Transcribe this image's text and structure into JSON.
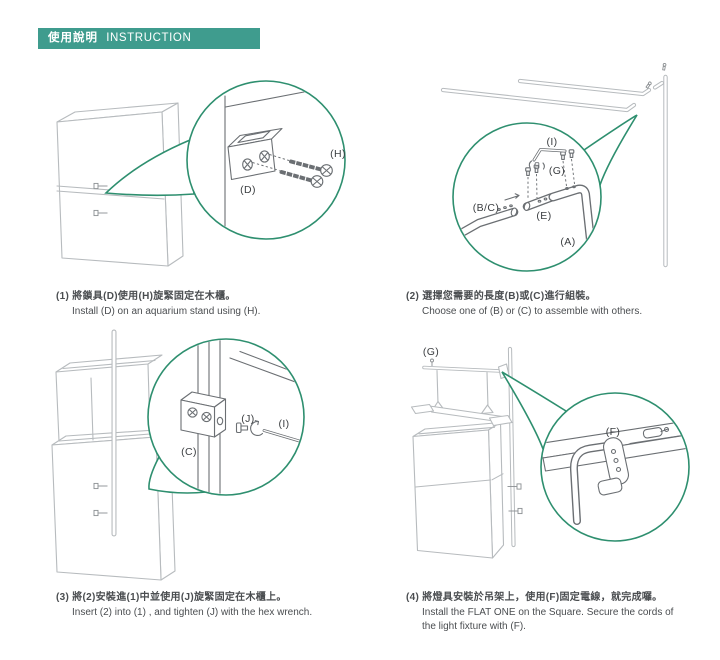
{
  "header": {
    "title_zh": "使用說明",
    "title_en": "INSTRUCTION"
  },
  "colors": {
    "header_bg": "#3f9c8e",
    "callout_stroke": "#2e8f6f",
    "line_light": "#b7bbbe",
    "line_dark": "#6b6f73",
    "caption_text": "#4a4d50"
  },
  "panels": [
    {
      "step_zh": "(1) 將鎖具(D)使用(H)旋緊固定在木櫃。",
      "step_en": "Install (D) on an aquarium stand using (H).",
      "labels": {
        "h": "(H)",
        "d": "(D)"
      }
    },
    {
      "step_zh": "(2) 選擇您需要的長度(B)或(C)進行組裝。",
      "step_en": "Choose one of (B) or (C) to assemble with others.",
      "labels": {
        "i": "(I)",
        "g": "(G)",
        "bc": "(B/C)",
        "e": "(E)",
        "a": "(A)"
      }
    },
    {
      "step_zh": "(3) 將(2)安裝進(1)中並使用(J)旋緊固定在木櫃上。",
      "step_en": "Insert (2) into (1) , and tighten (J) with the hex wrench.",
      "labels": {
        "j": "(J)",
        "i": "(I)",
        "c": "(C)"
      }
    },
    {
      "step_zh": "(4) 將燈具安裝於吊架上，使用(F)固定電線，就完成囉。",
      "step_en": "Install the FLAT ONE on the Square. Secure the cords of the light fixture with (F).",
      "labels": {
        "g": "(G)",
        "f": "(F)"
      }
    }
  ]
}
